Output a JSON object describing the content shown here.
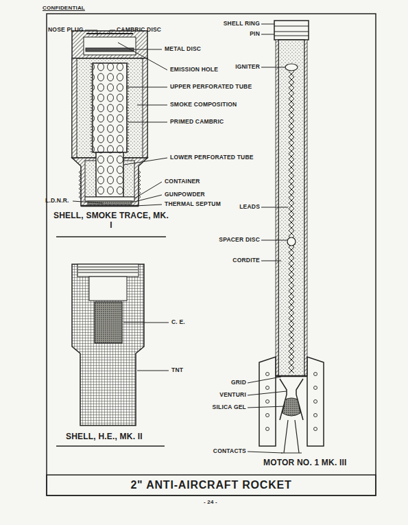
{
  "diagram": {
    "title": "2\" ANTI-AIRCRAFT ROCKET",
    "labels": [
      "CONFIDENTIAL",
      "NOSE PLUG",
      "CAMBRIC DISC",
      "METAL DISC",
      "EMISSION HOLE",
      "UPPER PERFORATED TUBE",
      "SMOKE COMPOSITION",
      "PRIMED CAMBRIC",
      "LOWER PERFORATED TUBE",
      "CONTAINER",
      "L.D.N.R.",
      "GUNPOWDER",
      "THERMAL SEPTUM",
      "SHELL, SMOKE TRACE, MK. I",
      "C. E.",
      "TNT",
      "SHELL, H.E., MK. II",
      "SHELL RING",
      "PIN",
      "IGNITER",
      "LEADS",
      "SPACER DISC",
      "CORDITE",
      "GRID",
      "VENTURI",
      "SILICA GEL",
      "CONTACTS",
      "MOTOR NO. 1 MK. III",
      "- 24 -"
    ]
  }
}
